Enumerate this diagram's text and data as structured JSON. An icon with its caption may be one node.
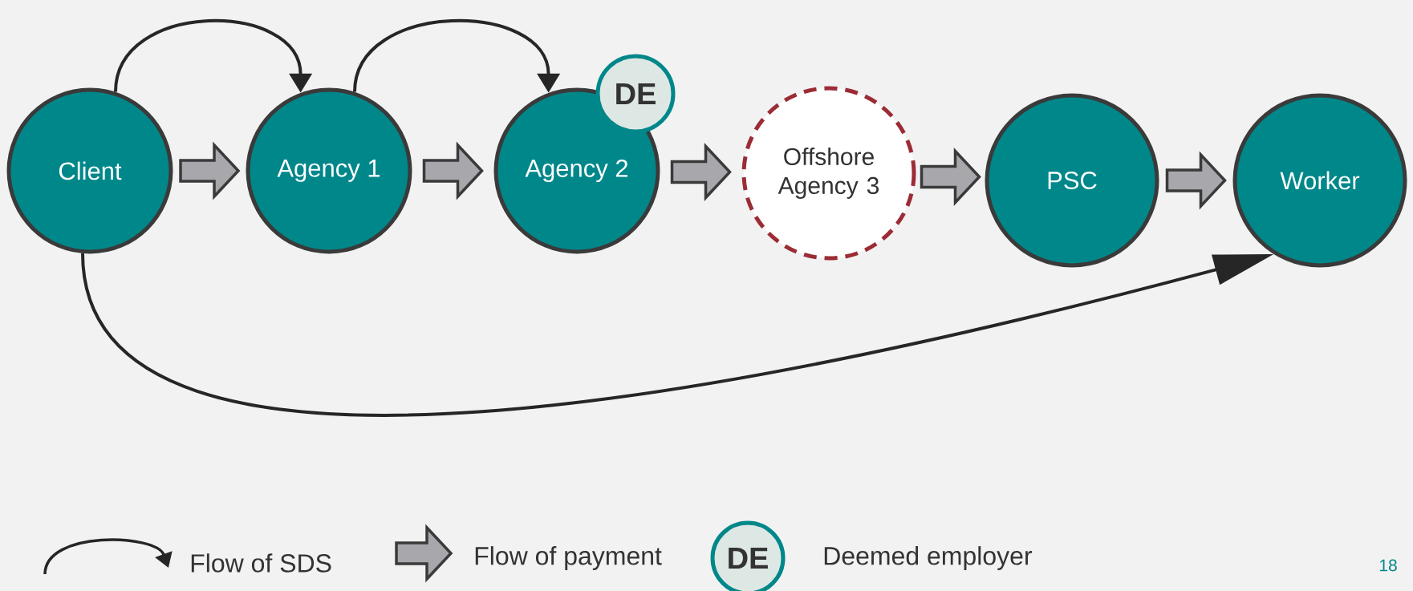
{
  "diagram": {
    "nodes": [
      {
        "text": [
          "Client"
        ]
      },
      {
        "text": [
          "Agency 1"
        ]
      },
      {
        "text": [
          "Agency 2"
        ]
      },
      {
        "text": [
          "DE"
        ]
      },
      {
        "text": [
          "Offshore Agency 3"
        ]
      },
      {
        "text": [
          "PSC"
        ]
      },
      {
        "text": [
          "Worker"
        ]
      },
      {
        "text": [
          "DE"
        ]
      }
    ],
    "edges": [
      {
        "from": 0,
        "to": 1,
        "arrow": "to"
      },
      {
        "from": 1,
        "to": 2,
        "arrow": "to"
      },
      {
        "from": 0,
        "to": 6,
        "arrow": "to"
      },
      {
        "from": 0,
        "to": 1,
        "arrow": "to",
        "style": "thick"
      },
      {
        "from": 1,
        "to": 2,
        "arrow": "to",
        "style": "thick"
      },
      {
        "from": 2,
        "to": 4,
        "arrow": "to",
        "style": "thick"
      },
      {
        "from": 4,
        "to": 5,
        "arrow": "to",
        "style": "thick"
      },
      {
        "from": 5,
        "to": 6,
        "arrow": "to",
        "style": "thick"
      }
    ],
    "labels": [
      "18"
    ],
    "legend": [
      {
        "text": "Flow of SDS"
      },
      {
        "text": "Flow of payment"
      },
      {
        "text": "Deemed employer"
      }
    ]
  }
}
